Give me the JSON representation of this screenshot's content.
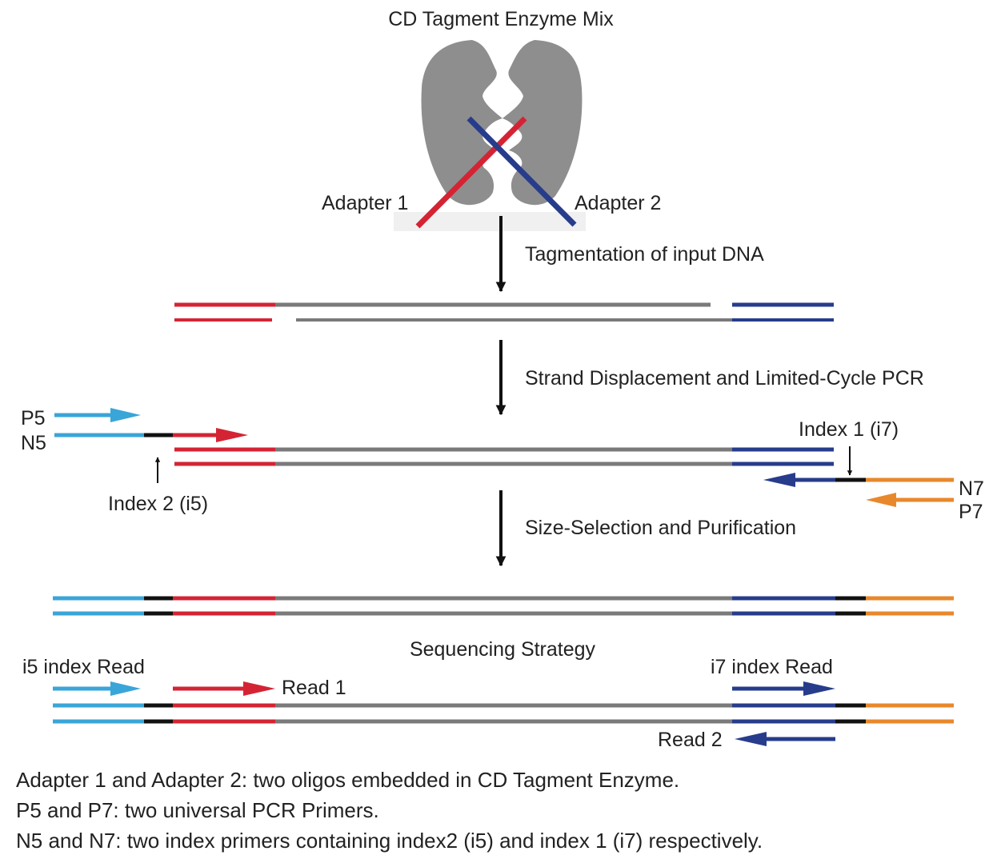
{
  "title": "CD Tagment Enzyme Mix",
  "labels": {
    "adapter1": "Adapter 1",
    "adapter2": "Adapter 2",
    "p5": "P5",
    "n5": "N5",
    "index1": "Index 1 (i7)",
    "index2": "Index 2 (i5)",
    "n7": "N7",
    "p7": "P7",
    "sequencing_strategy": "Sequencing Strategy",
    "i5_index_read": "i5 index Read",
    "i7_index_read": "i7 index Read",
    "read1": "Read 1",
    "read2": "Read 2"
  },
  "steps": [
    "Tagmentation of input DNA",
    "Strand Displacement and Limited-Cycle PCR",
    "Size-Selection and Purification"
  ],
  "legend": [
    "Adapter 1 and Adapter 2: two oligos embedded in CD Tagment Enzyme.",
    "P5 and P7: two universal PCR Primers.",
    "N5 and N7: two index primers containing index2 (i5) and index 1 (i7) respectively."
  ],
  "colors": {
    "adapter1": "#d42434",
    "adapter2": "#283c8c",
    "p5_n5": "#3aa5d8",
    "p7_n7": "#e8882c",
    "insert": "#7a7a7a",
    "index": "#111111",
    "enzyme": "#8e8e8e"
  }
}
